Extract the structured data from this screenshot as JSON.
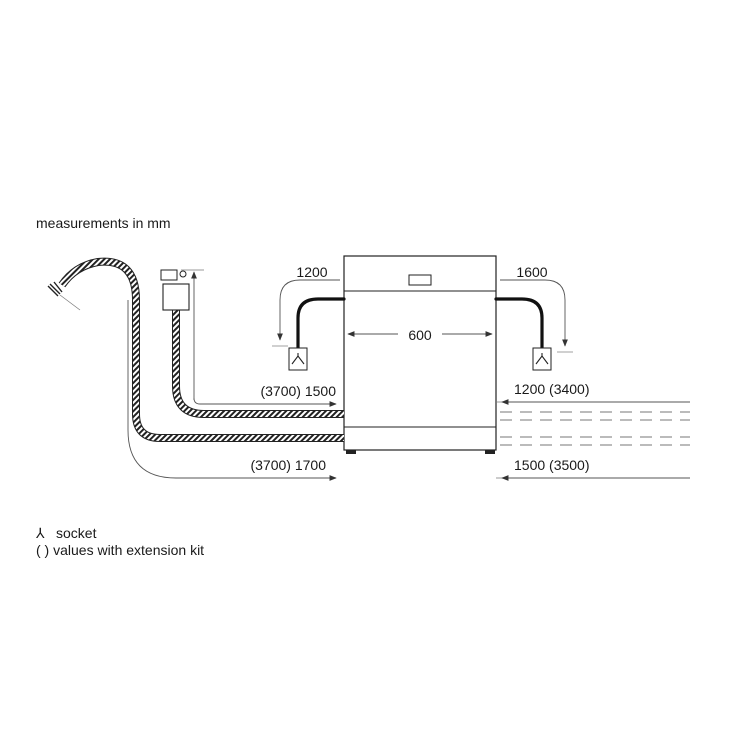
{
  "diagram": {
    "title": "measurements in mm",
    "labels": {
      "left_top": "1200",
      "right_top": "1600",
      "width": "600",
      "drain_left": "(3700) 1500",
      "supply_right": "1200 (3400)",
      "drain_left_bottom": "(3700) 1700",
      "supply_right_bottom": "1500 (3500)"
    },
    "legend": {
      "socket_symbol": "⅄",
      "socket": "socket",
      "extension": "( ) values with extension kit"
    }
  }
}
